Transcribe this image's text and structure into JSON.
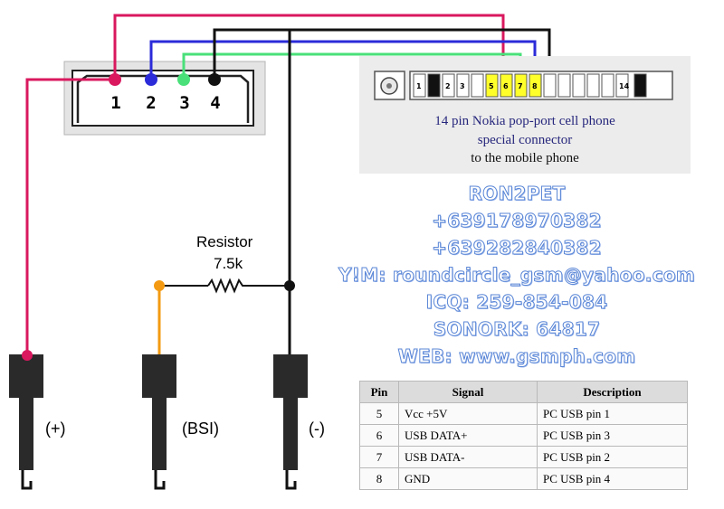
{
  "connector_left": {
    "pin_labels": [
      "1",
      "2",
      "3",
      "4"
    ]
  },
  "nokia_connector": {
    "caption_line1": "14 pin Nokia pop-port cell phone",
    "caption_line2": "special connector",
    "caption_line3": "to the mobile phone",
    "pin_labels": [
      "1",
      "",
      "2",
      "3",
      "",
      "5",
      "6",
      "7",
      "8",
      "",
      "",
      "",
      "",
      "",
      "14",
      ""
    ]
  },
  "resistor": {
    "label": "Resistor",
    "value": "7.5k"
  },
  "probes": {
    "plus": "(+)",
    "bsi": "(BSI)",
    "minus": "(-)"
  },
  "contact": {
    "name": "RON2PET",
    "phone1": "+639178970382",
    "phone2": "+639282840382",
    "ym": "Y!M: roundcircle_gsm@yahoo.com",
    "icq": "ICQ: 259-854-084",
    "sonork": "SONORK: 64817",
    "web": "WEB: www.gsmph.com"
  },
  "pin_table": {
    "headers": [
      "Pin",
      "Signal",
      "Description"
    ],
    "rows": [
      [
        "5",
        "Vcc +5V",
        "PC USB pin 1"
      ],
      [
        "6",
        "USB DATA+",
        "PC USB pin 3"
      ],
      [
        "7",
        "USB DATA-",
        "PC USB pin 2"
      ],
      [
        "8",
        "GND",
        "PC USB pin 4"
      ]
    ]
  },
  "colors": {
    "red": "#d9185e",
    "blue": "#2b2bd9",
    "green": "#49e07a",
    "black": "#111111",
    "orange": "#f39a12",
    "pin_highlight": "#ffff2a"
  }
}
